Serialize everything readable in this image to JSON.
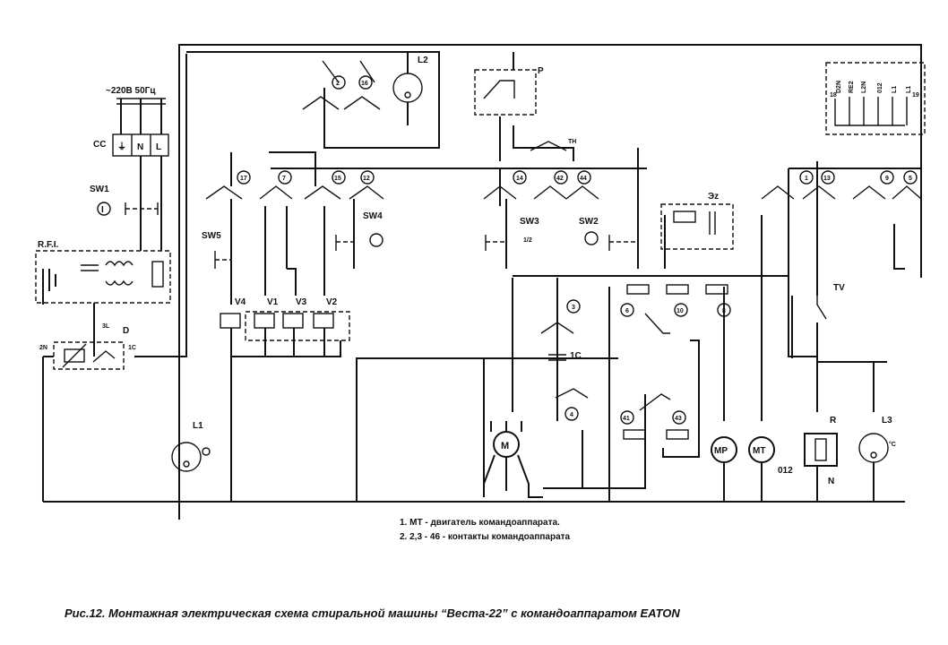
{
  "labels": {
    "supply": "~220В 50Гц",
    "cc": "CC",
    "terminals": [
      "⏚",
      "N",
      "L"
    ],
    "sw1": "SW1",
    "sw1_mark": "I",
    "rfi": "R.F.I.",
    "sw5": "SW5",
    "sw4": "SW4",
    "sw3": "SW3",
    "sw3_sub": "1/2",
    "sw2": "SW2",
    "d": "D",
    "l1": "L1",
    "l2": "L2",
    "l3": "L3",
    "m": "M",
    "mp": "MP",
    "mt": "MT",
    "mt_sub": "012",
    "p": "P",
    "th": "TH",
    "tv": "TV",
    "r": "R",
    "n_res": "N",
    "ez": "Эz",
    "c1": "1C",
    "l3_unit": "°C",
    "valves": [
      "V4",
      "V1",
      "V3",
      "V2"
    ],
    "pins_top": [
      "D2N",
      "RE2",
      "L2N",
      "012",
      "L1",
      "L1"
    ],
    "pin_18": "18",
    "pin_19": "19",
    "contacts": [
      "2",
      "16",
      "17",
      "7",
      "15",
      "12",
      "14",
      "42",
      "44",
      "1",
      "13",
      "9",
      "5",
      "6",
      "10",
      "8",
      "3",
      "4",
      "41",
      "43"
    ],
    "n2N": "2N",
    "n1C": "1C",
    "n3L": "3L"
  },
  "notes": [
    "1. МТ - двигатель командоаппарата.",
    "2.  2,3  - 46 - контакты командоаппарата"
  ],
  "caption": "Рис.12. Монтажная электрическая схема стиральной машины “Веста-22” с командоаппаратом EATON"
}
